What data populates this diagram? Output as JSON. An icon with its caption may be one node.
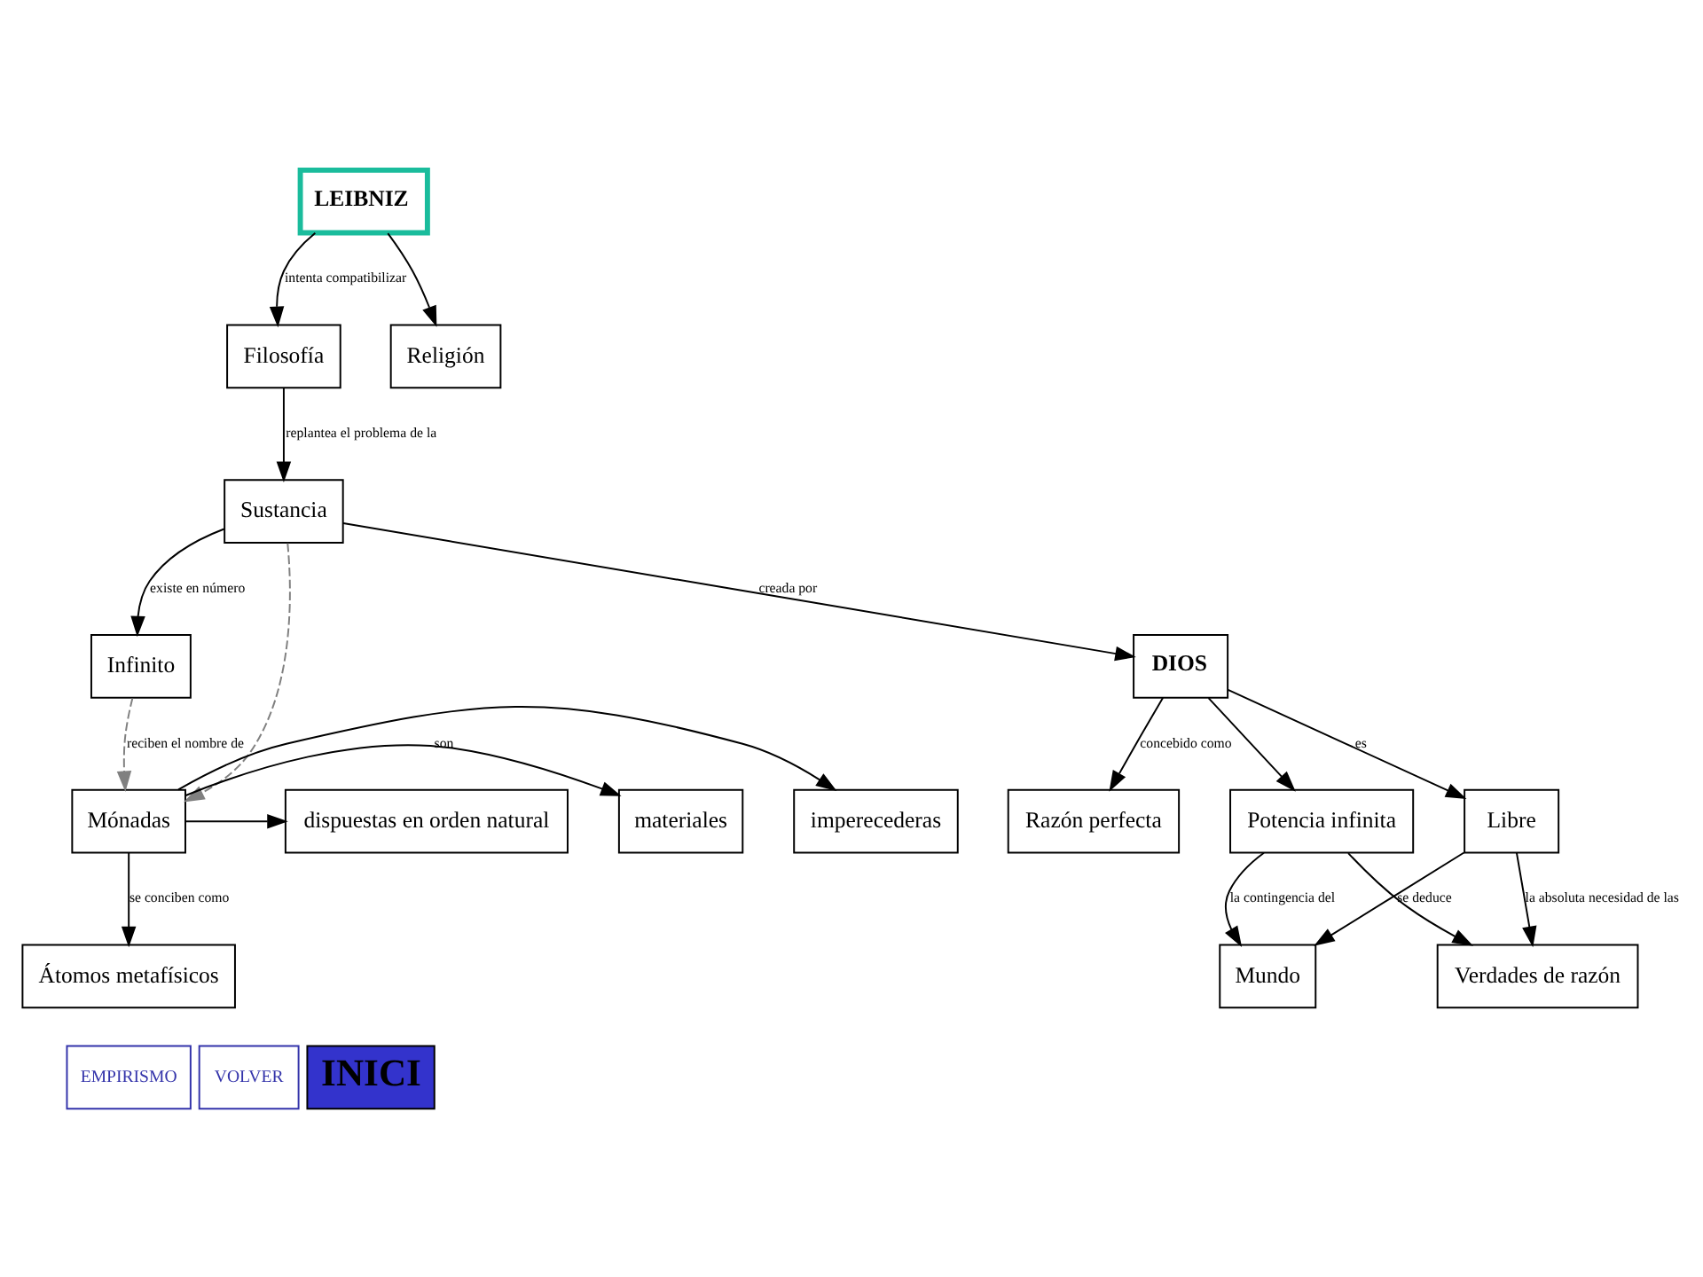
{
  "diagram": {
    "nodes": [
      {
        "text": [
          "LEIBNIZ"
        ]
      },
      {
        "text": [
          "Filosofía"
        ]
      },
      {
        "text": [
          "Religión"
        ]
      },
      {
        "text": [
          "Sustancia"
        ]
      },
      {
        "text": [
          "Infinito"
        ]
      },
      {
        "text": [
          "DIOS"
        ]
      },
      {
        "text": [
          "Razón perfecta"
        ]
      },
      {
        "text": [
          "imperecederas"
        ]
      },
      {
        "text": [
          "materiales"
        ]
      },
      {
        "text": [
          "dispuestas en orden natural"
        ]
      },
      {
        "text": [
          "Mónadas"
        ]
      },
      {
        "text": [
          "Libre"
        ]
      },
      {
        "text": [
          "Potencia infinita"
        ]
      },
      {
        "text": [
          "Átomos metafísicos"
        ]
      },
      {
        "text": [
          "Verdades de razón"
        ]
      },
      {
        "text": [
          "Mundo"
        ]
      },
      {
        "text": [
          "EMPIRISMO"
        ]
      },
      {
        "text": [
          "VOLVER"
        ]
      },
      {
        "text": [
          "INICI"
        ]
      }
    ],
    "edges": [
      {
        "from": 0,
        "to": 1,
        "arrow": "to",
        "label": "intenta compatibilizar"
      },
      {
        "from": 0,
        "to": 2,
        "arrow": "to"
      },
      {
        "from": 1,
        "to": 3,
        "arrow": "to",
        "label": "replantea el problema de la"
      },
      {
        "from": 3,
        "to": 4,
        "arrow": "to",
        "label": "existe en número"
      },
      {
        "from": 3,
        "to": 5,
        "arrow": "to",
        "label": "creada por"
      },
      {
        "from": 5,
        "to": 6,
        "arrow": "to",
        "label": "concebido como"
      },
      {
        "from": 3,
        "to": 10,
        "arrow": "to",
        "style": "dashed",
        "color": "#808080"
      },
      {
        "from": 4,
        "to": 10,
        "arrow": "to",
        "style": "dashed",
        "color": "#808080",
        "label": "reciben el nombre de"
      },
      {
        "from": 5,
        "to": 11,
        "arrow": "to",
        "label": "es"
      },
      {
        "from": 5,
        "to": 12,
        "arrow": "to"
      },
      {
        "from": 10,
        "to": 7,
        "arrow": "to"
      },
      {
        "from": 10,
        "to": 8,
        "arrow": "to",
        "label": "son"
      },
      {
        "from": 10,
        "to": 9,
        "arrow": "to"
      },
      {
        "from": 10,
        "to": 13,
        "arrow": "to",
        "label": "se conciben como"
      },
      {
        "from": 11,
        "to": 14,
        "arrow": "to",
        "label": "la absoluta necesidad de las"
      },
      {
        "from": 11,
        "to": 15,
        "arrow": "to",
        "label": "se deduce"
      },
      {
        "from": 12,
        "to": 14,
        "arrow": "to"
      },
      {
        "from": 12,
        "to": 15,
        "arrow": "to",
        "label": "la contingencia del"
      }
    ]
  }
}
